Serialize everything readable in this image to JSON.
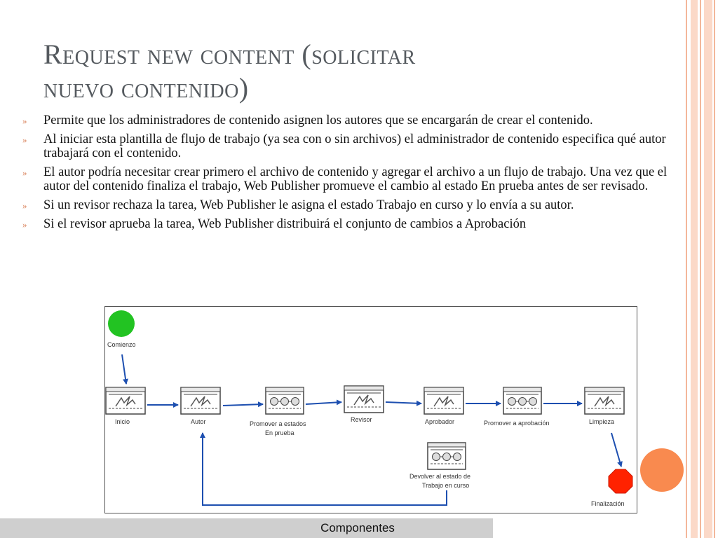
{
  "slide": {
    "title_line1": "Request new content (solicitar",
    "title_line2": "nuevo contenido)",
    "bullet_marker": "»",
    "bullets": [
      "Permite que los administradores de contenido asignen los autores que se encargarán de crear el contenido.",
      "Al iniciar esta plantilla de flujo de trabajo (ya sea con o sin archivos) el administrador de contenido especifica qué autor trabajará con el contenido.",
      "El autor podría necesitar crear primero el archivo de contenido y agregar el archivo a un flujo de trabajo. Una vez que el autor del contenido finaliza el trabajo, Web Publisher promueve el cambio al estado En prueba antes de ser revisado.",
      "Si un revisor rechaza la tarea, Web Publisher le asigna el estado Trabajo en curso y lo envía a su autor.",
      "Si el revisor aprueba la tarea, Web Publisher distribuirá el conjunto de cambios a Aprobación"
    ],
    "caption": "Componentes"
  },
  "diagram": {
    "start_label": "Comienzo",
    "end_label": "Finalización",
    "nodes": [
      {
        "label": "Inicio",
        "kind": "manual"
      },
      {
        "label": "Autor",
        "kind": "manual"
      },
      {
        "label1": "Promover a estados",
        "label2": "En prueba",
        "kind": "auto"
      },
      {
        "label": "Revisor",
        "kind": "manual"
      },
      {
        "label": "Aprobador",
        "kind": "manual"
      },
      {
        "label": "Promover a aprobación",
        "kind": "auto"
      },
      {
        "label": "Limpieza",
        "kind": "manual"
      }
    ],
    "return_node": {
      "label1": "Devolver al estado de",
      "label2": "Trabajo en curso",
      "kind": "auto"
    }
  },
  "colors": {
    "start": "#22c322",
    "end": "#ff2200",
    "arrow": "#1d4fb0",
    "title": "#555a5f",
    "accent": "#f98a4f",
    "rules": "#f7c3a8"
  }
}
